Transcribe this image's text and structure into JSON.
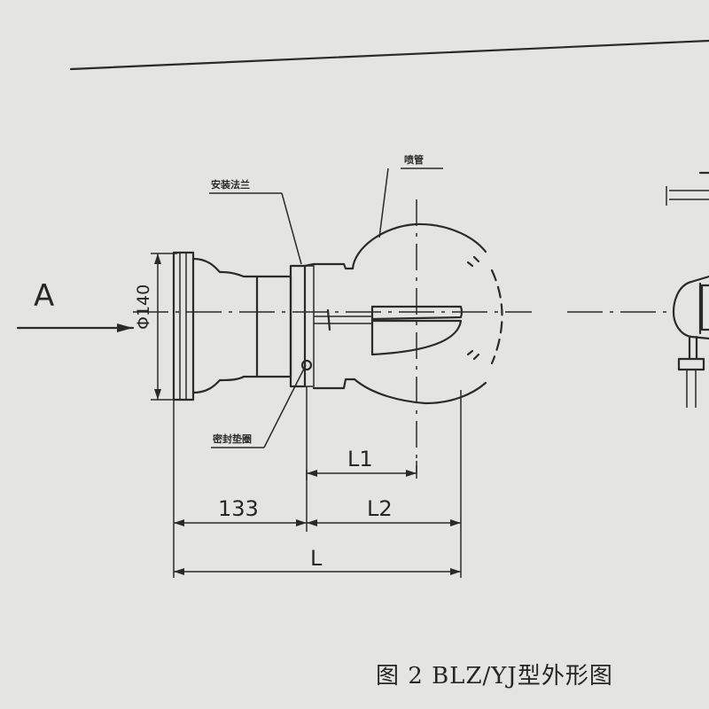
{
  "drawing": {
    "view_label": "A",
    "diameter_label": "Φ140",
    "dim_133": "133",
    "dim_L1": "L1",
    "dim_L2": "L2",
    "dim_L": "L",
    "callout_mount_flange": "安装法兰",
    "callout_tube": "喷管",
    "callout_seal": "密封垫圈"
  },
  "caption": "图  2 BLZ/YJ型外形图"
}
